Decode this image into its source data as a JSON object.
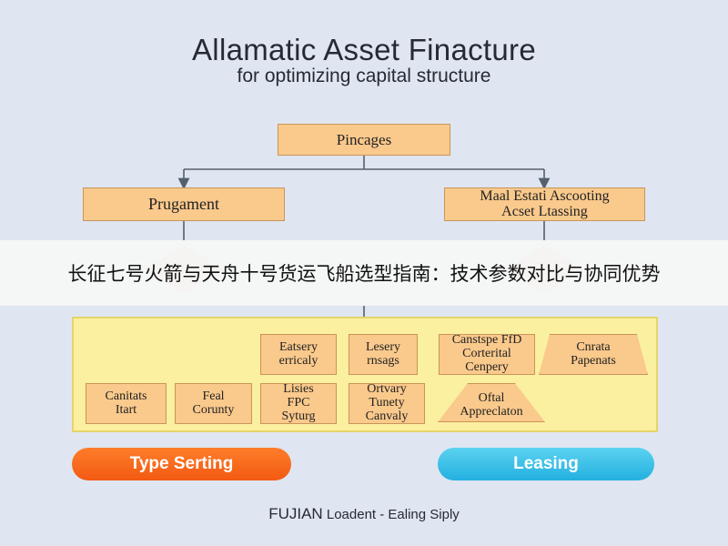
{
  "title": "Allamatic Asset Finacture",
  "subtitle": "for optimizing capital structure",
  "top_node": "Pincages",
  "level2": {
    "left": "Prugament",
    "right": "Maal Estati Ascooting\nAcset Ltassing"
  },
  "overlay_banner": "长征七号火箭与天舟十号货运飞船选型指南：技术参数对比与协同优势",
  "panel_nodes": [
    "Eatsery\nerricaly",
    "Lesery\nrnsags",
    "Canstspe FfD\nCorterital\nCenpery",
    "Cnrata\nPapenats",
    "Canitats\nItart",
    "Feal\nCorunty",
    "Lisies\nFPC\nSyturg",
    "Ortvary\nTunety\nCanvaly",
    "Oftal\nAppreclaton"
  ],
  "buttons": {
    "left": "Type Serting",
    "right": "Leasing"
  },
  "footer": {
    "brand": "FUJIAN",
    "text": "Loadent - Ealing Siply"
  },
  "colors": {
    "node_fill": "#fac98c",
    "panel_fill": "#faf0a0",
    "left_button": "#f25a12",
    "right_button": "#23b0e0",
    "background": "#dfe6f1"
  }
}
